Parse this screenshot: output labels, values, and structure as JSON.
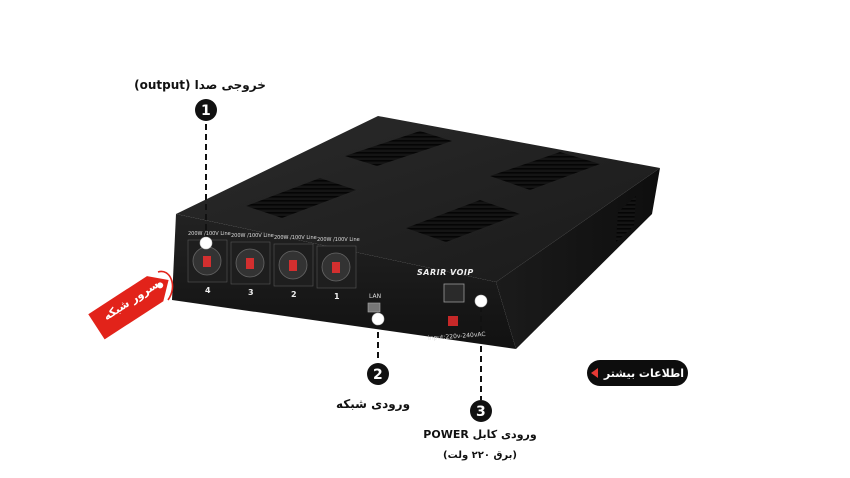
{
  "callouts": {
    "output": {
      "number": "1",
      "label": "خروجی صدا (output)"
    },
    "network": {
      "number": "2",
      "label": "ورودی شبکه"
    },
    "power": {
      "number": "3",
      "label": "ورودی کابل POWER",
      "sublabel": "(برق ۲۲۰ ولت)"
    }
  },
  "tag": {
    "label": "سرور شبکه",
    "color": "#e2231a"
  },
  "more_button": {
    "label": "اطلاعات بیشتر",
    "icon": "chevron-left-icon",
    "accent": "#e53935"
  },
  "device": {
    "brand": "SARIR VOIP",
    "lan_label": "LAN",
    "input_label": "input:220v-240vAC",
    "outputs": [
      {
        "label": "200W /100V Line",
        "number": "4"
      },
      {
        "label": "200W /100V Line",
        "number": "3"
      },
      {
        "label": "200W /100V Line",
        "number": "2"
      },
      {
        "label": "200W /100V Line",
        "number": "1"
      }
    ]
  }
}
